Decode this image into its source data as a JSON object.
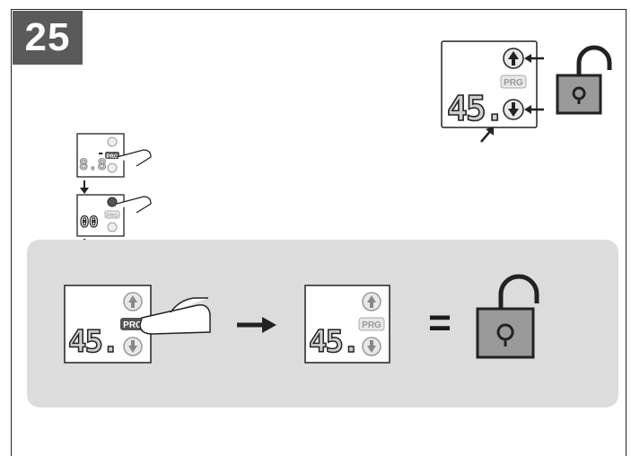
{
  "step": {
    "number": "25"
  },
  "display_value": "45.",
  "small_display_values": [
    "8.8",
    "00"
  ],
  "small_display_dash": "-",
  "prg_label": "PRG",
  "equals_sign": "=",
  "colors": {
    "badge": "#5a5a5a",
    "panel": "#dcdcdc",
    "lcd_dim": "#cfcfcf",
    "ink": "#1a1a1a"
  },
  "icons": [
    "arrow-up-icon",
    "arrow-down-icon",
    "padlock-open-icon",
    "finger-press-icon",
    "arrow-right-icon"
  ]
}
